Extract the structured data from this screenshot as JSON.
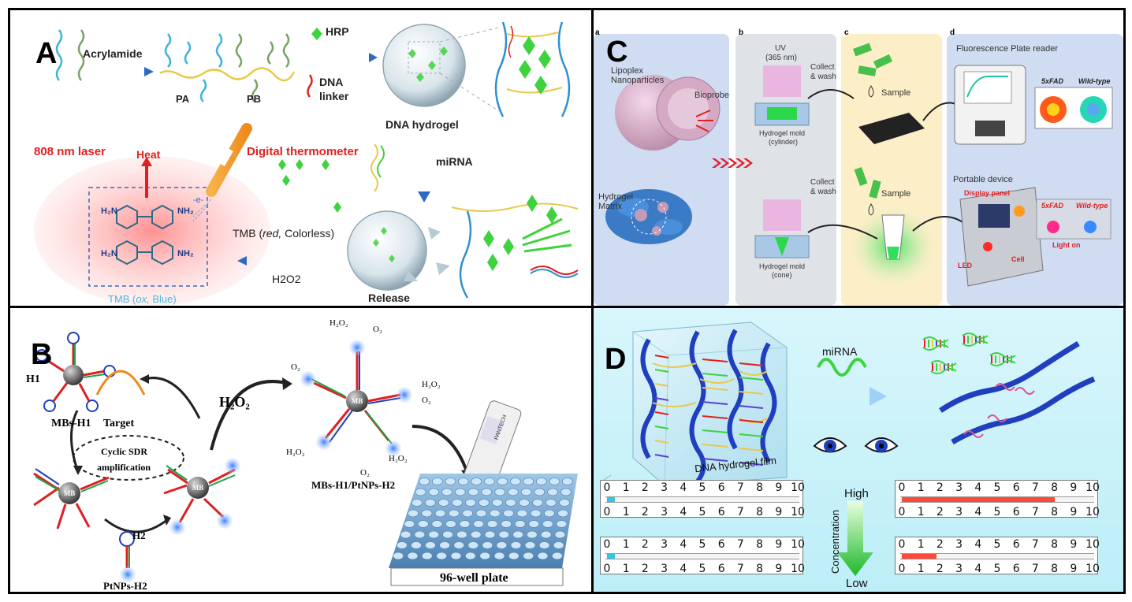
{
  "panels": {
    "A": {
      "letter": "A",
      "acrylamide": "Acrylamide",
      "pa": "PA",
      "pb": "PB",
      "hrp": "HRP",
      "dna_linker_1": "DNA",
      "dna_linker_2": "linker",
      "dna_hydrogel": "DNA hydrogel",
      "mirna": "miRNA",
      "release": "Release",
      "laser": "808 nm laser",
      "heat": "Heat",
      "thermometer": "Digital thermometer",
      "tmb_red_prefix": "TMB (",
      "tmb_red_italic": "red,",
      "tmb_red_suffix": " Colorless)",
      "h2o2": "H2O2",
      "tmb_ox_prefix": "TMB (",
      "tmb_ox_italic": "ox,",
      "tmb_ox_suffix": " Blue)",
      "electron": "-e-",
      "nh2": "NH₂",
      "h2n": "H₂N"
    },
    "B": {
      "letter": "B",
      "h1": "H1",
      "mbs_h1": "MBs-H1",
      "target": "Target",
      "cyclic_1": "Cyclic SDR",
      "cyclic_2": "amplification",
      "h2o2": "H₂O₂",
      "o2": "O₂",
      "mb": "MB",
      "mbs_pt": "MBs-H1/PtNPs-H2",
      "h2": "H2",
      "ptnps_h2": "PtNPs-H2",
      "well_plate": "96-well plate",
      "device": "PANTECH"
    },
    "C": {
      "letter": "C",
      "sub_a": "a",
      "sub_b": "b",
      "sub_c": "c",
      "sub_d": "d",
      "lipoplex_1": "Lipoplex",
      "lipoplex_2": "Nanoparticles",
      "bioprobe": "Bioprobe",
      "hydrogel_1": "Hydrogel",
      "hydrogel_2": "Matrix",
      "uv_1": "UV",
      "uv_2": "(365 nm)",
      "collect_1": "Collect",
      "collect_2": "& wash",
      "mold_cyl_1": "Hydrogel mold",
      "mold_cyl_2": "(cylinder)",
      "mold_cone_1": "Hydrogel mold",
      "mold_cone_2": "(cone)",
      "sample": "Sample",
      "plate_reader": "Fluorescence Plate reader",
      "sxfad": "5xFAD",
      "sxfad_lower": "5xFAD",
      "wild_type": "Wild-type",
      "portable": "Portable device",
      "display_panel": "Display panel",
      "led": "LED",
      "cell": "Cell",
      "light_on": "Light on"
    },
    "D": {
      "letter": "D",
      "mirna": "miRNA",
      "film": "DNA hydrogel film",
      "high": "High",
      "low": "Low",
      "concentration": "Concentration",
      "ruler_ticks": [
        "0",
        "1",
        "2",
        "3",
        "4",
        "5",
        "6",
        "7",
        "8",
        "9",
        "10"
      ]
    }
  },
  "colors": {
    "helix_blue": "#1f3fbf",
    "hydrogel_blue": "#2f8fd0",
    "strand_red": "#e02020",
    "strand_green": "#19a34a",
    "diamond_green": "#3ed23e",
    "laser_red": "#ff9a9a",
    "panel_c_blue": "#cfdcf2",
    "panel_c_yellow": "#fcefc8",
    "panel_d_bg": "#c8f0f8"
  }
}
